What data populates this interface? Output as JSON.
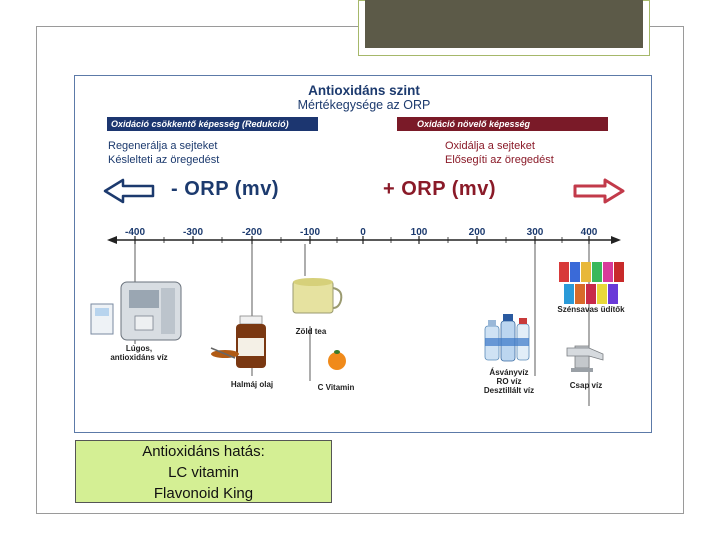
{
  "figure": {
    "title": "Antioxidáns szint",
    "subtitle": "Mértékegysége az ORP",
    "left_bar": "Oxidáció csökkentő képesség (Redukció)",
    "right_bar": "Oxidáció növelő képesség",
    "left_lines": [
      "Regenerálja a sejteket",
      "Késlelteti az öregedést"
    ],
    "right_lines": [
      "Oxidálja a sejteket",
      "Elősegíti az öregedést"
    ],
    "orp_left": "- ORP (mv)",
    "orp_right": "+ ORP (mv)",
    "ticks": [
      "-400",
      "-300",
      "-200",
      "-100",
      "0",
      "100",
      "200",
      "300",
      "400"
    ],
    "items": {
      "lugos": [
        "Lúgos,",
        "antioxidáns víz"
      ],
      "halmaj": "Halmáj olaj",
      "zold_tea": "Zöld tea",
      "c_vitamin": "C Vitamin",
      "asvanyviz": [
        "Ásványvíz",
        "RO víz",
        "Desztillált víz"
      ],
      "szensavas": "Szénsavas üdítők",
      "csap": "Csap víz"
    },
    "colors": {
      "blue": "#1c3670",
      "red": "#7a1a28"
    }
  },
  "note": {
    "lines": [
      "Antioxidáns hatás:",
      "LC vitamin",
      "Flavonoid King"
    ]
  }
}
